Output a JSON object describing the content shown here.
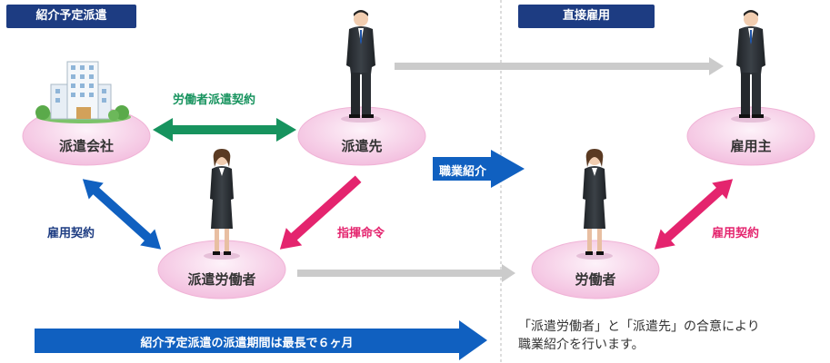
{
  "sections": {
    "left_title": "紹介予定派遣",
    "right_title": "直接雇用"
  },
  "nodes": {
    "dispatch_company": "派遣会社",
    "client": "派遣先",
    "dispatched_worker": "派遣労働者",
    "employer": "雇用主",
    "worker": "労働者"
  },
  "edges": {
    "dispatch_contract": "労働者派遣契約",
    "employment_contract_left": "雇用契約",
    "command": "指揮命令",
    "employment_contract_right": "雇用契約"
  },
  "arrows": {
    "job_referral": "職業紹介",
    "period": "紹介予定派遣の派遣期間は最長で６ヶ月"
  },
  "note": {
    "line1": "「派遣労働者」と「派遣先」の合意により",
    "line2": "職業紹介を行います。"
  },
  "colors": {
    "navy": "#1d3c82",
    "blue": "#1060c0",
    "green": "#17935e",
    "pink": "#e4246e",
    "gray_arrow": "#cbcbcb",
    "ellipse_pink": "#f7cfe6"
  }
}
